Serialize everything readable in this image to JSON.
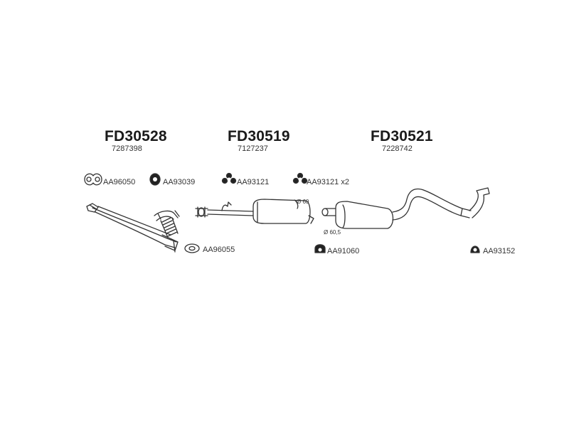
{
  "groups": [
    {
      "code": "FD30528",
      "ref": "7287398"
    },
    {
      "code": "FD30519",
      "ref": "7127237"
    },
    {
      "code": "FD30521",
      "ref": "7228742"
    }
  ],
  "parts": {
    "aa96050": "AA96050",
    "aa93039": "AA93039",
    "aa93121_a": "AA93121",
    "aa93121_b": "AA93121 x2",
    "aa96055": "AA96055",
    "aa91060": "AA91060",
    "aa93152": "AA93152"
  },
  "dimensions": {
    "d60": "Ø 60",
    "d60_5": "Ø 60,5"
  },
  "icons": {
    "gasket": "gasket-icon",
    "rubber_mount": "rubber-mount-icon",
    "hanger": "hanger-icon",
    "clamp": "clamp-icon"
  }
}
